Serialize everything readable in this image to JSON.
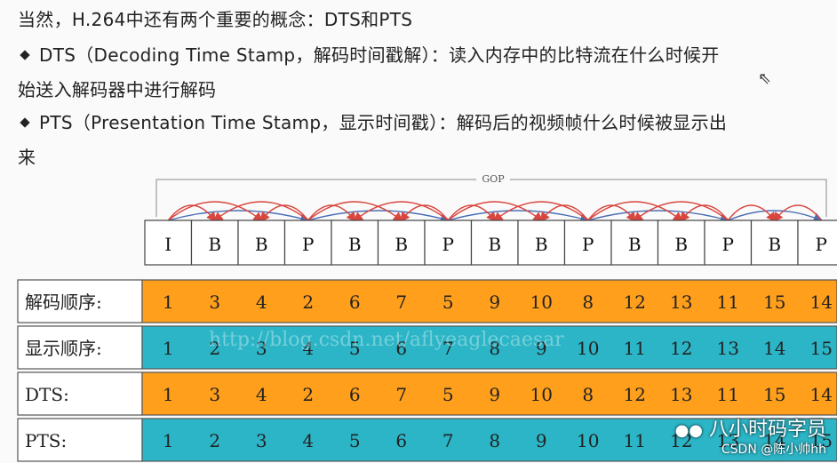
{
  "text": {
    "line1": "当然，H.264中还有两个重要的概念：DTS和PTS",
    "dts_def": "DTS（Decoding Time Stamp，解码时间戳解）：读入内存中的比特流在什么时候开",
    "dts_def_cont": "始送入解码器中进行解码",
    "pts_def": "PTS（Presentation Time Stamp，显示时间戳）：解码后的视频帧什么时候被显示出",
    "pts_def_cont": "来"
  },
  "gop_label": "GOP",
  "frames": [
    "I",
    "B",
    "B",
    "P",
    "B",
    "B",
    "P",
    "B",
    "B",
    "P",
    "B",
    "B",
    "P",
    "B",
    "P"
  ],
  "rows": [
    {
      "label": "解码顺序:",
      "color": "#ff9f1c",
      "values": [
        "1",
        "3",
        "4",
        "2",
        "6",
        "7",
        "5",
        "9",
        "10",
        "8",
        "12",
        "13",
        "11",
        "15",
        "14"
      ]
    },
    {
      "label": "显示顺序:",
      "color": "#2bb5c6",
      "values": [
        "1",
        "2",
        "3",
        "4",
        "5",
        "6",
        "7",
        "8",
        "9",
        "10",
        "11",
        "12",
        "13",
        "14",
        "15"
      ]
    },
    {
      "label": "DTS:",
      "color": "#ff9f1c",
      "values": [
        "1",
        "3",
        "4",
        "2",
        "6",
        "7",
        "5",
        "9",
        "10",
        "8",
        "12",
        "13",
        "11",
        "15",
        "14"
      ]
    },
    {
      "label": "PTS:",
      "color": "#2bb5c6",
      "values": [
        "1",
        "2",
        "3",
        "4",
        "5",
        "6",
        "7",
        "8",
        "9",
        "10",
        "11",
        "12",
        "13",
        "14",
        "15"
      ]
    }
  ],
  "watermark_url": "http://blog.csdn.net/aflyeaglecaesar",
  "watermark_brand": "八小时码字员",
  "watermark_csdn": "CSDN @陈小帅hh",
  "colors": {
    "decode": "#ff9f1c",
    "display": "#2bb5c6",
    "arrow_red": "#d9463e",
    "arrow_blue": "#4a6fb5"
  }
}
